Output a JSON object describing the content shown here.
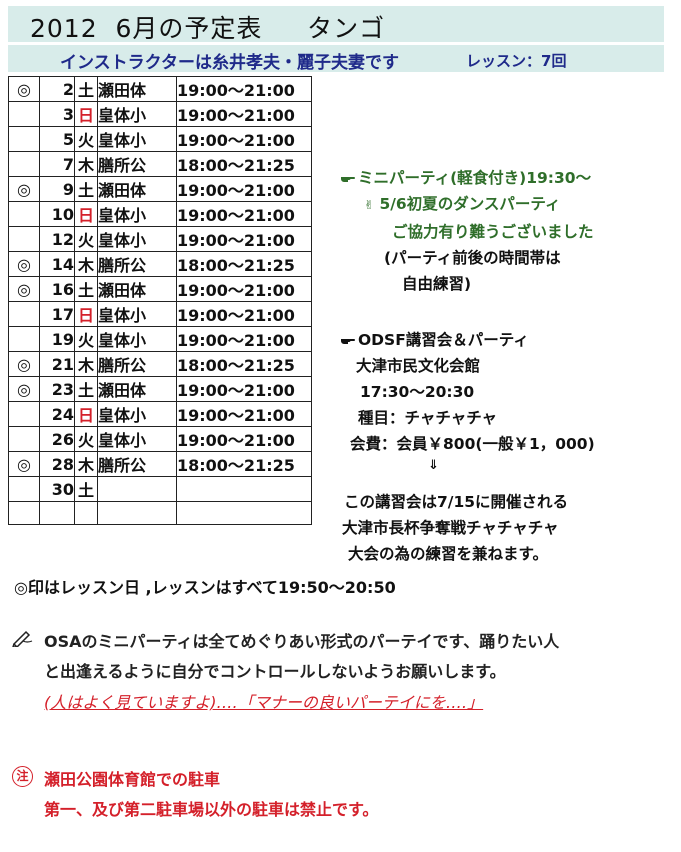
{
  "header": {
    "title": "2012  6月の予定表     タンゴ",
    "instructor": "インストラクターは糸井孝夫・麗子夫妻です",
    "lessons": "レッスン：7回"
  },
  "schedule": [
    {
      "mark": "◎",
      "day": "2",
      "weekday": "土",
      "sun": false,
      "venue": "瀬田体",
      "time": "19:00～21:00"
    },
    {
      "mark": "",
      "day": "3",
      "weekday": "日",
      "sun": true,
      "venue": "皇体小",
      "time": "19:00～21:00"
    },
    {
      "mark": "",
      "day": "5",
      "weekday": "火",
      "sun": false,
      "venue": "皇体小",
      "time": "19:00～21:00"
    },
    {
      "mark": "",
      "day": "7",
      "weekday": "木",
      "sun": false,
      "venue": "膳所公",
      "time": "18:00～21:25"
    },
    {
      "mark": "◎",
      "day": "9",
      "weekday": "土",
      "sun": false,
      "venue": "瀬田体",
      "time": "19:00～21:00"
    },
    {
      "mark": "",
      "day": "10",
      "weekday": "日",
      "sun": true,
      "venue": "皇体小",
      "time": "19:00～21:00"
    },
    {
      "mark": "",
      "day": "12",
      "weekday": "火",
      "sun": false,
      "venue": "皇体小",
      "time": "19:00～21:00"
    },
    {
      "mark": "◎",
      "day": "14",
      "weekday": "木",
      "sun": false,
      "venue": "膳所公",
      "time": "18:00～21:25"
    },
    {
      "mark": "◎",
      "day": "16",
      "weekday": "土",
      "sun": false,
      "venue": "瀬田体",
      "time": "19:00～21:00"
    },
    {
      "mark": "",
      "day": "17",
      "weekday": "日",
      "sun": true,
      "venue": "皇体小",
      "time": "19:00～21:00"
    },
    {
      "mark": "",
      "day": "19",
      "weekday": "火",
      "sun": false,
      "venue": "皇体小",
      "time": "19:00～21:00"
    },
    {
      "mark": "◎",
      "day": "21",
      "weekday": "木",
      "sun": false,
      "venue": "膳所公",
      "time": "18:00～21:25"
    },
    {
      "mark": "◎",
      "day": "23",
      "weekday": "土",
      "sun": false,
      "venue": "瀬田体",
      "time": "19:00～21:00"
    },
    {
      "mark": "",
      "day": "24",
      "weekday": "日",
      "sun": true,
      "venue": "皇体小",
      "time": "19:00～21:00"
    },
    {
      "mark": "",
      "day": "26",
      "weekday": "火",
      "sun": false,
      "venue": "皇体小",
      "time": "19:00～21:00"
    },
    {
      "mark": "◎",
      "day": "28",
      "weekday": "木",
      "sun": false,
      "venue": "膳所公",
      "time": "18:00～21:25"
    },
    {
      "mark": "",
      "day": "30",
      "weekday": "土",
      "sun": false,
      "venue": "",
      "time": ""
    },
    {
      "mark": "",
      "day": "",
      "weekday": "",
      "sun": false,
      "venue": "",
      "time": ""
    }
  ],
  "party_notes": {
    "line1": "ミニパーティ(軽食付き)19:30～",
    "line2": "5/6初夏のダンスパーティ",
    "line3": "ご協力有り難うございました",
    "line4": "(パーティ前後の時間帯は",
    "line5": "自由練習)"
  },
  "odsf_notes": {
    "line1": "ODSF講習会＆パーティ",
    "line2": "大津市民文化会館",
    "line3": "17:30～20:30",
    "line4": "種目：チャチャチャ",
    "line5": "会費：会員￥800(一般￥1，000)",
    "arrow": "⇓",
    "line6": "この講習会は7/15に開催される",
    "line7": "大津市長杯争奪戦チャチャチャ",
    "line8": "大会の為の練習を兼ねます。"
  },
  "footnote": "◎印はレッスン日 ,レッスンはすべて19:50～20:50",
  "osa_note": {
    "line1": "OSAのミニパーティは全てめぐりあい形式のパーテイです、踊りたい人",
    "line2": "と出逢えるように自分でコントロールしないようお願いします。",
    "red_line": "(人はよく見ていますよ)‥‥「マナーの良いパーテイにを‥‥」"
  },
  "parking": {
    "badge": "注",
    "line1": "瀬田公園体育館での駐車",
    "line2": "第一、及び第二駐車場以外の駐車は禁止です。"
  },
  "colors": {
    "sunday_red": "#d4202a",
    "note_green": "#2f6e2a",
    "instructor_blue": "#1f2a8a",
    "title_band": "#d8ecea"
  }
}
